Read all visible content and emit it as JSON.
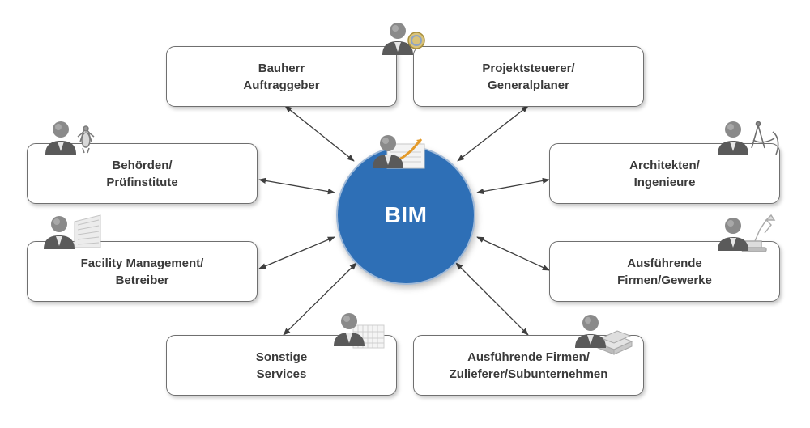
{
  "center": {
    "label": "BIM",
    "color": "#2e6fb6"
  },
  "nodes": [
    {
      "id": "bauherr",
      "label": "Bauherr\nAuftraggeber",
      "icon": "person-icon"
    },
    {
      "id": "projektsteuerer",
      "label": "Projektsteuerer/\nGeneralplaner",
      "icon": "person-coin-icon"
    },
    {
      "id": "behoerden",
      "label": "Behörden/\nPrüfinstitute",
      "icon": "person-eagle-icon"
    },
    {
      "id": "architekten",
      "label": "Architekten/\nIngenieure",
      "icon": "person-compass-icon"
    },
    {
      "id": "facility",
      "label": "Facility Management/\nBetreiber",
      "icon": "person-building-icon"
    },
    {
      "id": "ausfuehrende",
      "label": "Ausführende\nFirmen/Gewerke",
      "icon": "person-excavator-icon"
    },
    {
      "id": "sonstige",
      "label": "Sonstige\nServices",
      "icon": "person-grid-icon"
    },
    {
      "id": "zulieferer",
      "label": "Ausführende Firmen/\nZulieferer/Subunternehmen",
      "icon": "person-materials-icon"
    }
  ],
  "colors": {
    "box_border": "#6f6f6f",
    "text": "#3a3a3a",
    "arrow": "#3f3f3f"
  }
}
